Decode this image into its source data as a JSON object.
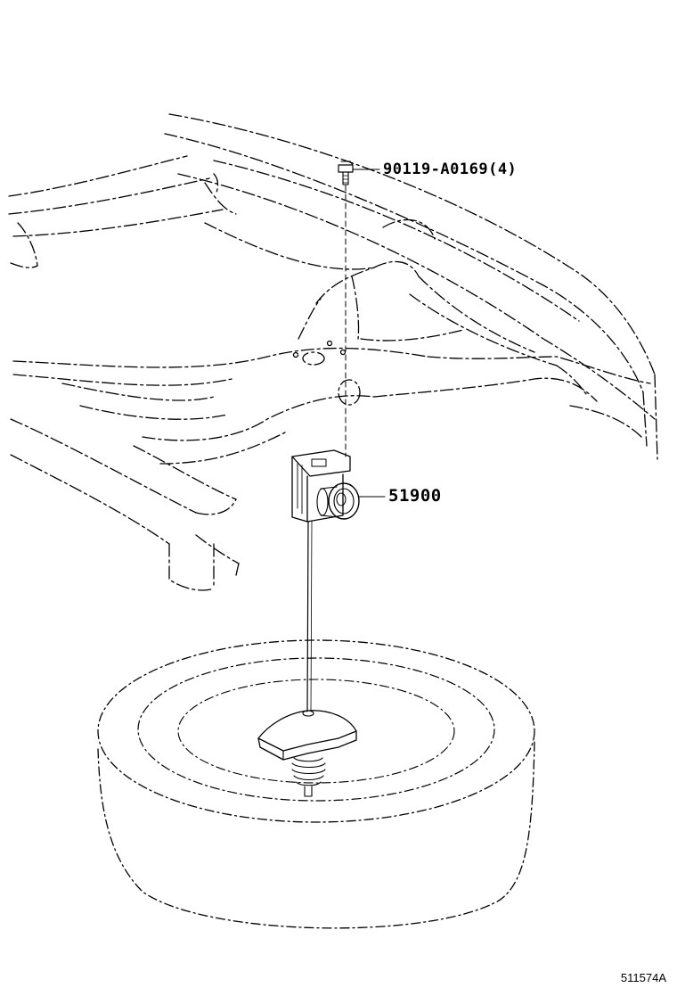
{
  "diagram": {
    "callouts": [
      {
        "id": "bolt",
        "part_number": "90119-A0169(4)"
      },
      {
        "id": "hanger",
        "part_number": "51900"
      }
    ],
    "illustration_number": "511574A",
    "colors": {
      "line": "#000000",
      "background": "#ffffff"
    }
  }
}
